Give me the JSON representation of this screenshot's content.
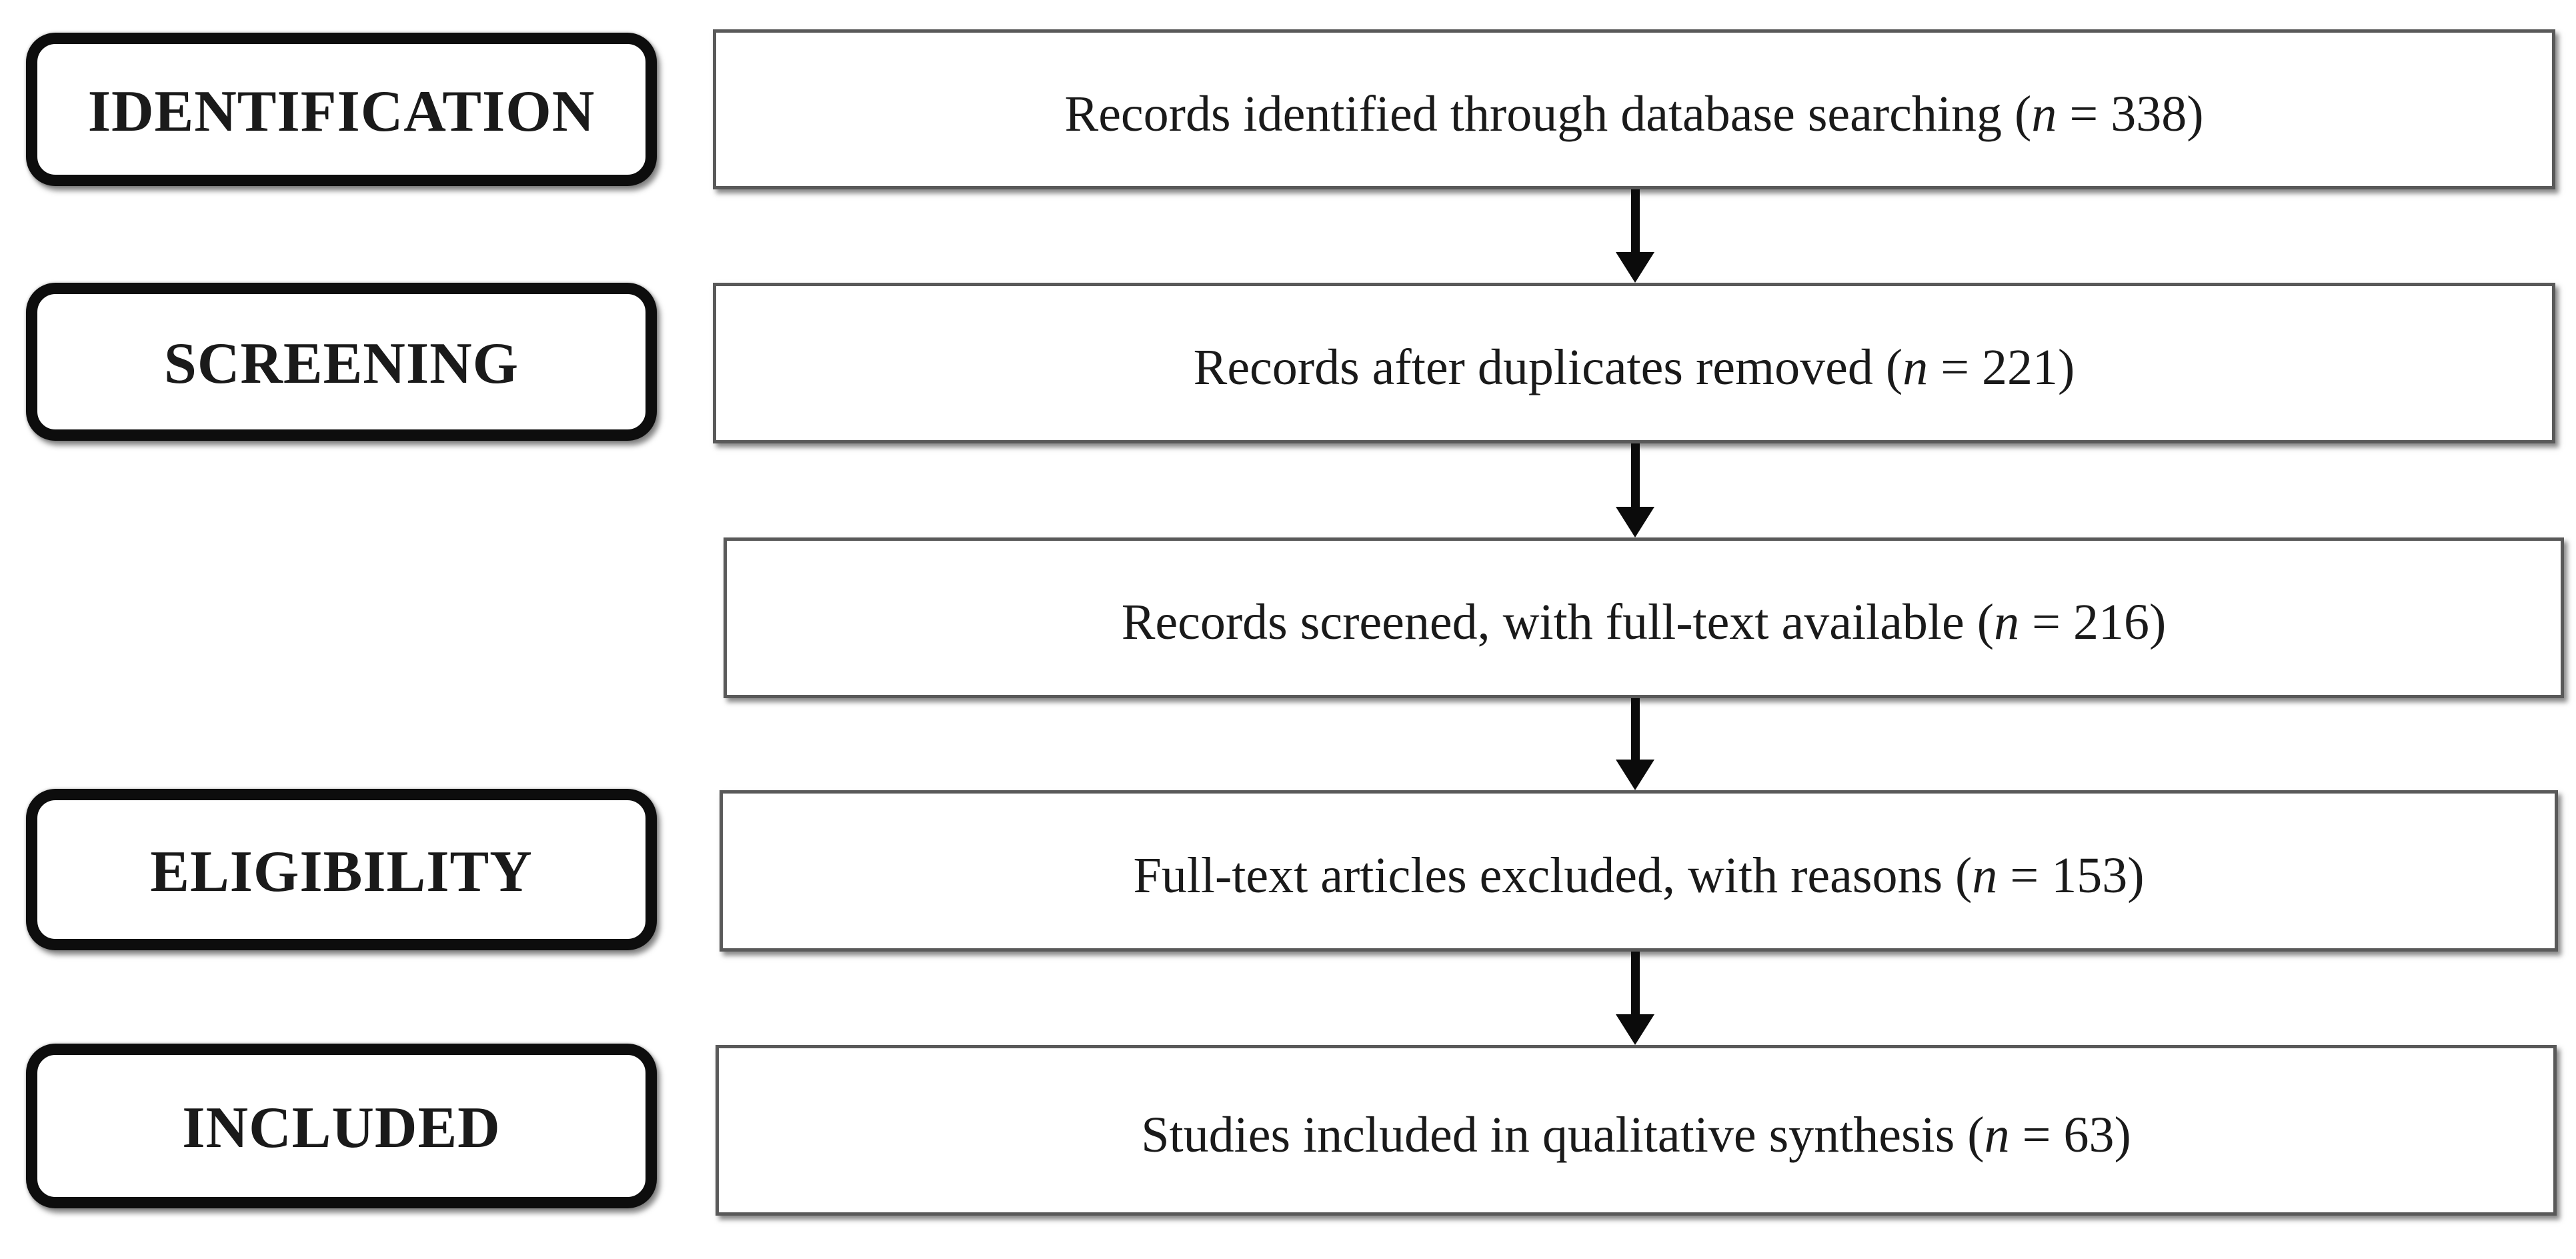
{
  "flow": {
    "stages": [
      {
        "label": "IDENTIFICATION"
      },
      {
        "label": "SCREENING"
      },
      {
        "label": "ELIGIBILITY"
      },
      {
        "label": "INCLUDED"
      }
    ],
    "steps": [
      {
        "prefix": "Records identified through database searching (",
        "var": "n",
        "suffix": " = 338)",
        "count": 338
      },
      {
        "prefix": "Records after duplicates removed (",
        "var": "n",
        "suffix": " = 221)",
        "count": 221
      },
      {
        "prefix": "Records screened, with full-text available (",
        "var": "n",
        "suffix": " = 216)",
        "count": 216
      },
      {
        "prefix": "Full-text articles excluded, with reasons (",
        "var": "n",
        "suffix": " = 153)",
        "count": 153
      },
      {
        "prefix": "Studies included in qualitative synthesis (",
        "var": "n",
        "suffix": " = 63)",
        "count": 63
      }
    ],
    "colors": {
      "background": "#ffffff",
      "text": "#1a1a1a",
      "box_border": "#595959",
      "label_border": "#0d0d0d",
      "arrow": "#0b0b0b"
    }
  }
}
